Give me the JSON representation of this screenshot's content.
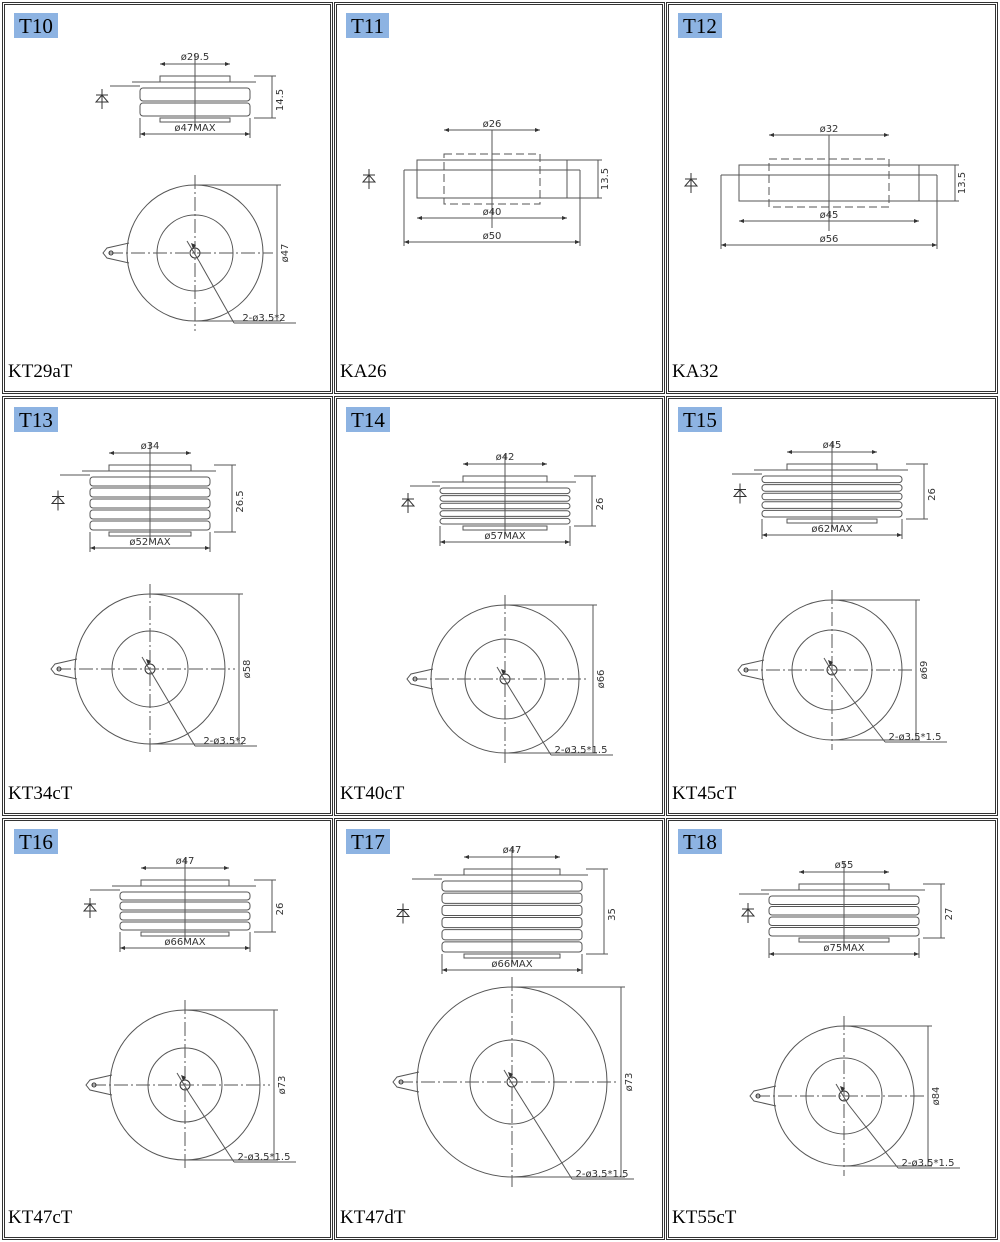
{
  "panels": [
    {
      "tag": "T10",
      "model": "KT29aT",
      "type": "puck",
      "dims": {
        "d1": "ø29.5",
        "h": "14.5",
        "d2": "ø47MAX",
        "d3": "ø47",
        "hole": "2-ø3.5*2"
      }
    },
    {
      "tag": "T11",
      "model": "KA26",
      "type": "flat",
      "dims": {
        "d1": "ø26",
        "h": "13.5",
        "d2": "ø40",
        "d3": "ø50"
      }
    },
    {
      "tag": "T12",
      "model": "KA32",
      "type": "flat",
      "dims": {
        "d1": "ø32",
        "h": "13.5",
        "d2": "ø45",
        "d3": "ø56"
      }
    },
    {
      "tag": "T13",
      "model": "KT34cT",
      "type": "puck",
      "dims": {
        "d1": "ø34",
        "h": "26.5",
        "d2": "ø52MAX",
        "d3": "ø58",
        "hole": "2-ø3.5*2"
      }
    },
    {
      "tag": "T14",
      "model": "KT40cT",
      "type": "puck",
      "dims": {
        "d1": "ø42",
        "h": "26",
        "d2": "ø57MAX",
        "d3": "ø66",
        "hole": "2-ø3.5*1.5"
      }
    },
    {
      "tag": "T15",
      "model": "KT45cT",
      "type": "puck",
      "dims": {
        "d1": "ø45",
        "h": "26",
        "d2": "ø62MAX",
        "d3": "ø69",
        "hole": "2-ø3.5*1.5"
      }
    },
    {
      "tag": "T16",
      "model": "KT47cT",
      "type": "puck",
      "dims": {
        "d1": "ø47",
        "h": "26",
        "d2": "ø66MAX",
        "d3": "ø73",
        "hole": "2-ø3.5*1.5"
      }
    },
    {
      "tag": "T17",
      "model": "KT47dT",
      "type": "puck",
      "dims": {
        "d1": "ø47",
        "h": "35",
        "d2": "ø66MAX",
        "d3": "ø73",
        "hole": "2-ø3.5*1.5"
      }
    },
    {
      "tag": "T18",
      "model": "KT55cT",
      "type": "puck",
      "dims": {
        "d1": "ø55",
        "h": "27",
        "d2": "ø75MAX",
        "d3": "ø84",
        "hole": "2-ø3.5*1.5"
      }
    }
  ],
  "colors": {
    "tag_bg": "#8db3e2",
    "line": "#555555"
  }
}
